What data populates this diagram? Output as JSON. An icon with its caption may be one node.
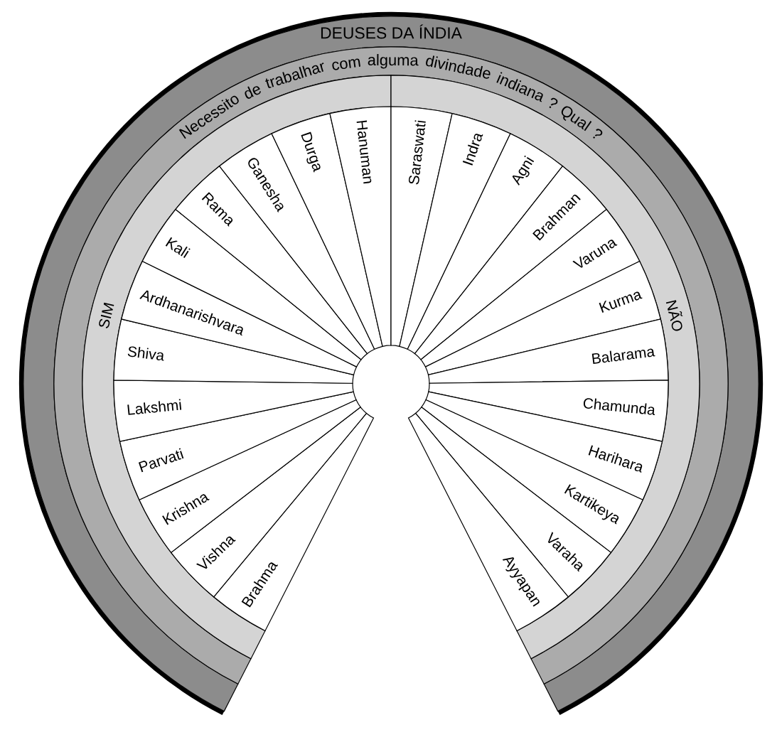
{
  "diagram": {
    "nodes": [
      {
        "text": [
          "DEUSES DA ÍNDIA"
        ]
      },
      {
        "text": [
          "Necessito de trabalhar com alguma divindade indiana ? Qual ?"
        ]
      },
      {
        "text": [
          "SIM"
        ]
      },
      {
        "text": [
          "NÃO"
        ]
      },
      {
        "text": [
          "Brahma"
        ]
      },
      {
        "text": [
          "Vishna"
        ]
      },
      {
        "text": [
          "Krishna"
        ]
      },
      {
        "text": [
          "Parvati"
        ]
      },
      {
        "text": [
          "Lakshmi"
        ]
      },
      {
        "text": [
          "Shiva"
        ]
      },
      {
        "text": [
          "Ardhanarishvara"
        ]
      },
      {
        "text": [
          "Kali"
        ]
      },
      {
        "text": [
          "Rama"
        ]
      },
      {
        "text": [
          "Ganesha"
        ]
      },
      {
        "text": [
          "Durga"
        ]
      },
      {
        "text": [
          "Hanuman"
        ]
      },
      {
        "text": [
          "Saraswati"
        ]
      },
      {
        "text": [
          "Indra"
        ]
      },
      {
        "text": [
          "Agni"
        ]
      },
      {
        "text": [
          "Brahman"
        ]
      },
      {
        "text": [
          "Varuna"
        ]
      },
      {
        "text": [
          "Kurma"
        ]
      },
      {
        "text": [
          "Balarama"
        ]
      },
      {
        "text": [
          "Chamunda"
        ]
      },
      {
        "text": [
          "Harihara"
        ]
      },
      {
        "text": [
          "Kartikeya"
        ]
      },
      {
        "text": [
          "Varaha"
        ]
      },
      {
        "text": [
          "Ayyapan"
        ]
      }
    ]
  }
}
